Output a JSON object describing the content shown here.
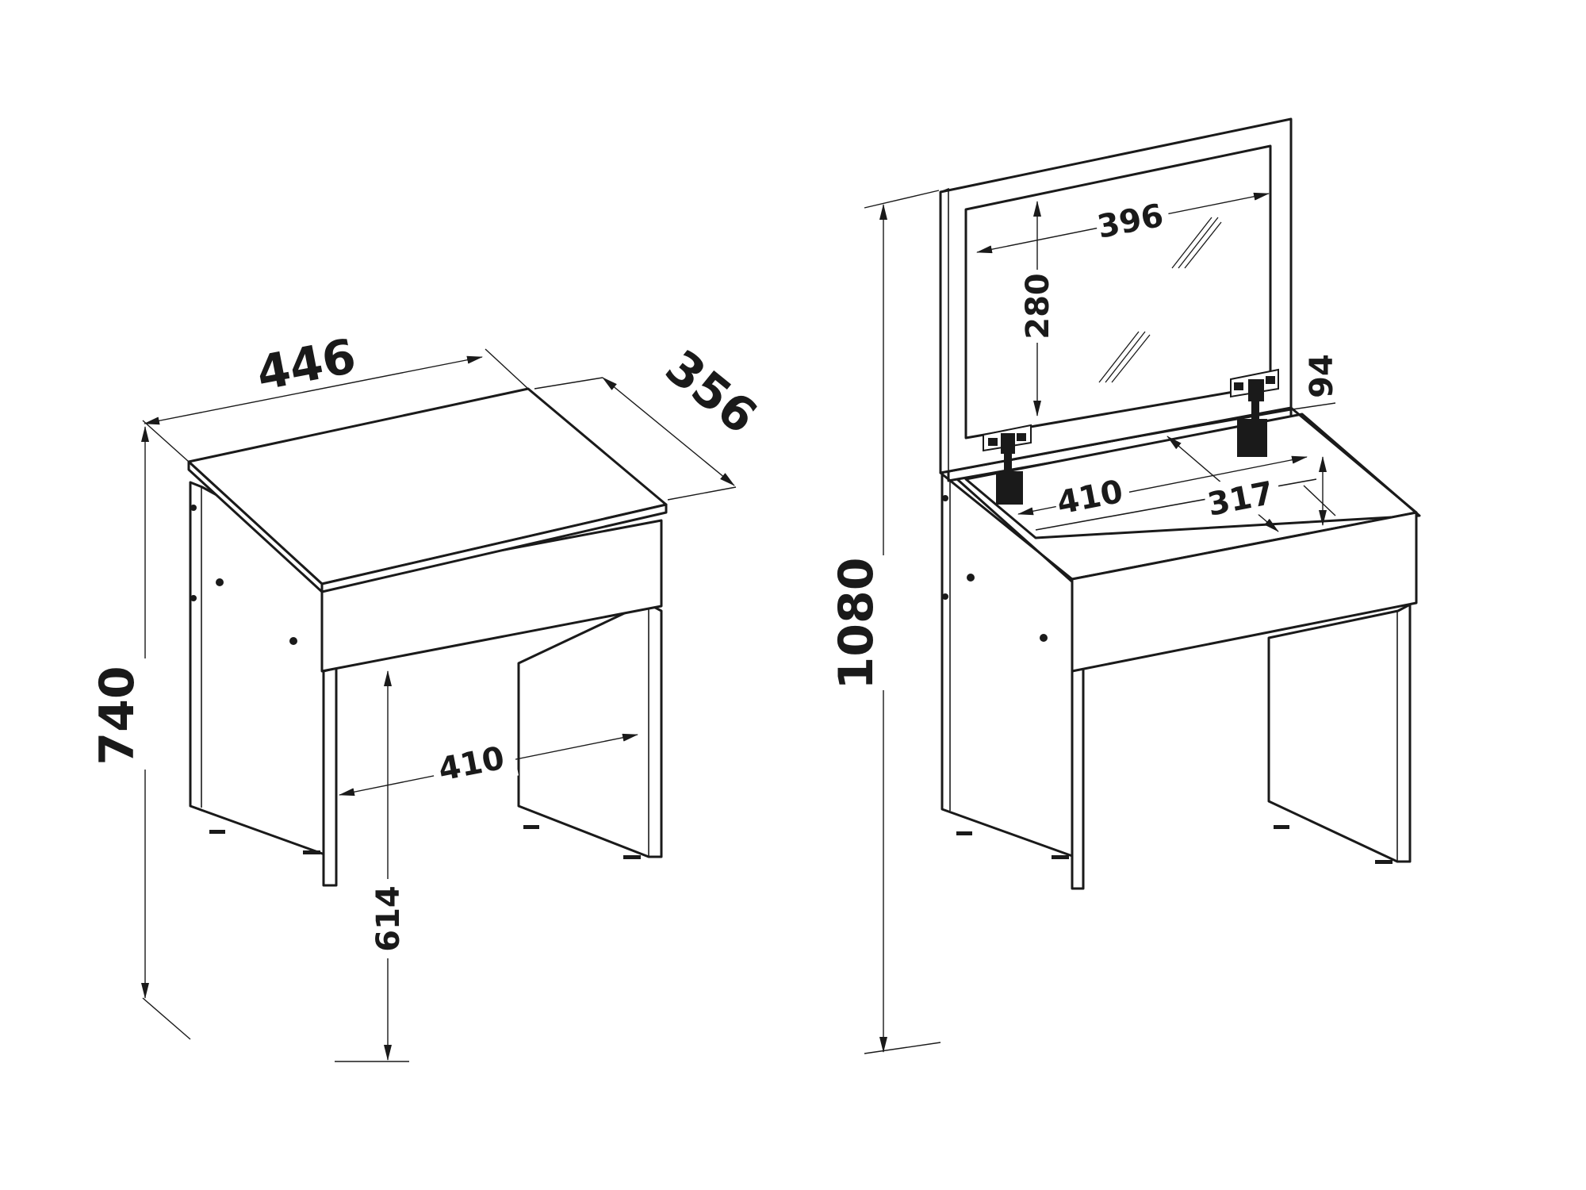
{
  "drawing": {
    "closed_view": {
      "width_label": "446",
      "depth_label": "356",
      "height_label": "740",
      "leg_gap_label": "410",
      "knee_height_label": "614"
    },
    "open_view": {
      "overall_height_label": "1080",
      "mirror_width_label": "396",
      "mirror_height_label": "280",
      "compartment_depth_label": "94",
      "compartment_width_label": "410",
      "compartment_length_label": "317"
    }
  }
}
